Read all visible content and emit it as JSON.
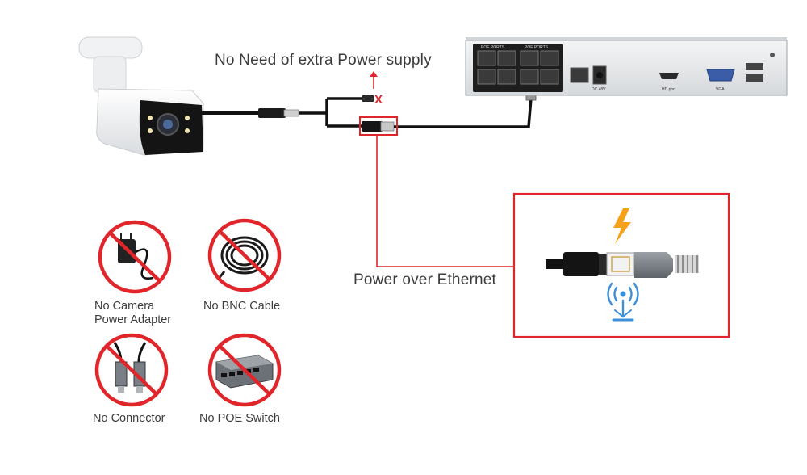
{
  "top_note": "No Need of extra Power supply",
  "poe_label": "Power over Ethernet",
  "nvr": {
    "port_group_label_1": "POE PORTS",
    "port_group_label_2": "POE PORTS",
    "hdmi_label": "HD port",
    "vga_label": "VGA",
    "dc_label": "DC 48V"
  },
  "prohibited_items": [
    {
      "line1": "No Camera",
      "line2": "Power Adapter",
      "icon": "power-adapter-icon"
    },
    {
      "line1": "No BNC Cable",
      "line2": "",
      "icon": "cable-coil-icon"
    },
    {
      "line1": "No Connector",
      "line2": "",
      "icon": "bnc-connector-icon"
    },
    {
      "line1": "No POE Switch",
      "line2": "",
      "icon": "poe-switch-icon"
    }
  ],
  "colors": {
    "accent_red": "#e0262b",
    "bolt_orange": "#f5a21a",
    "signal_blue": "#3c8fd9",
    "cable_black": "#111111",
    "nvr_body": "#e6e8ea"
  }
}
